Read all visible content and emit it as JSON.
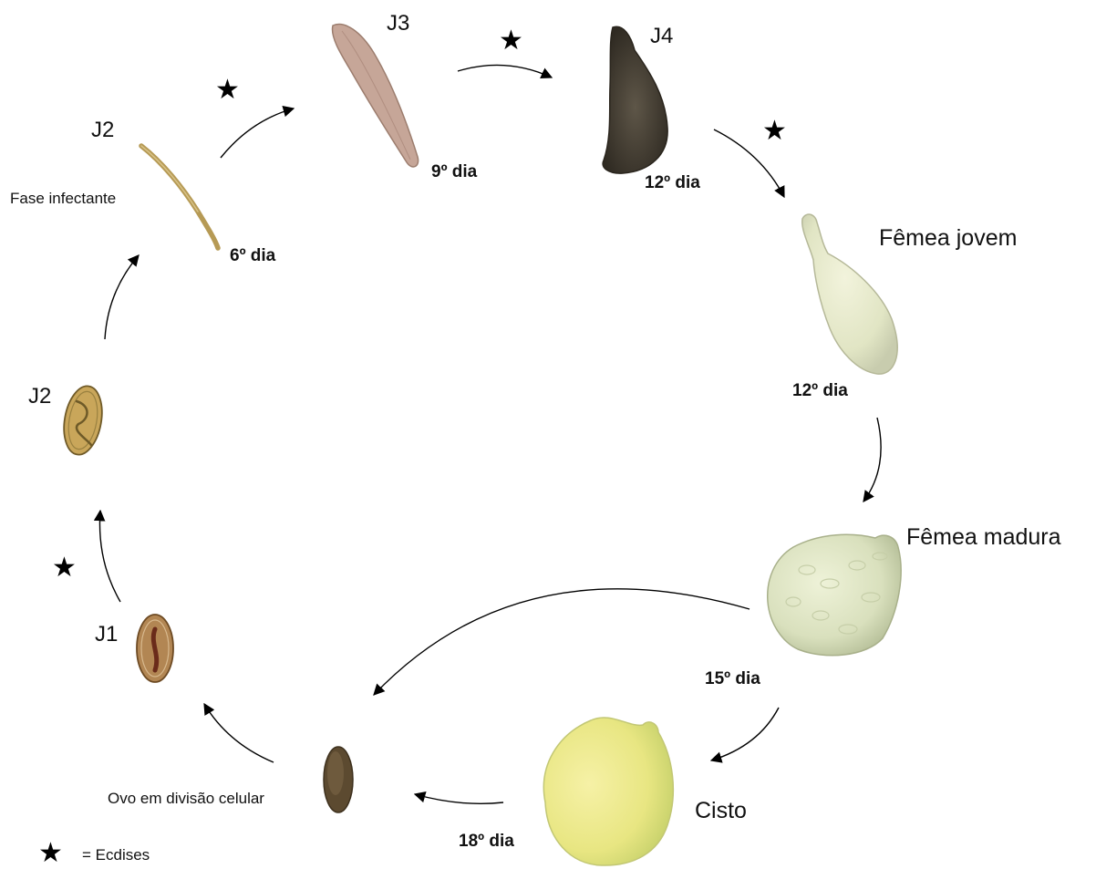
{
  "stages": {
    "j2_active": {
      "name": "J2",
      "note": "Fase infectante",
      "day": "6º dia"
    },
    "j3": {
      "name": "J3",
      "day": "9º dia"
    },
    "j4": {
      "name": "J4",
      "day": "12º dia"
    },
    "young_female": {
      "name": "Fêmea jovem",
      "day": "12º dia"
    },
    "mature_female": {
      "name": "Fêmea madura",
      "day": "15º dia"
    },
    "cyst": {
      "name": "Cisto",
      "day": "18º dia"
    },
    "egg": {
      "name": "Ovo em divisão celular"
    },
    "j1": {
      "name": "J1"
    },
    "j2_egg": {
      "name": "J2"
    }
  },
  "legend": {
    "symbol": "★",
    "text": "= Ecdises"
  },
  "colors": {
    "j2_larva": "#b69a55",
    "j3_larva": "#c4a596",
    "j4_larva": "#4e4639",
    "young_female": "#e4e8cc",
    "mature_female": "#dfe6c8",
    "cyst": "#eae78a",
    "egg": "#5c4a30",
    "j1_egg": "#b0834e",
    "j2_egg_shell": "#c9a65a"
  }
}
